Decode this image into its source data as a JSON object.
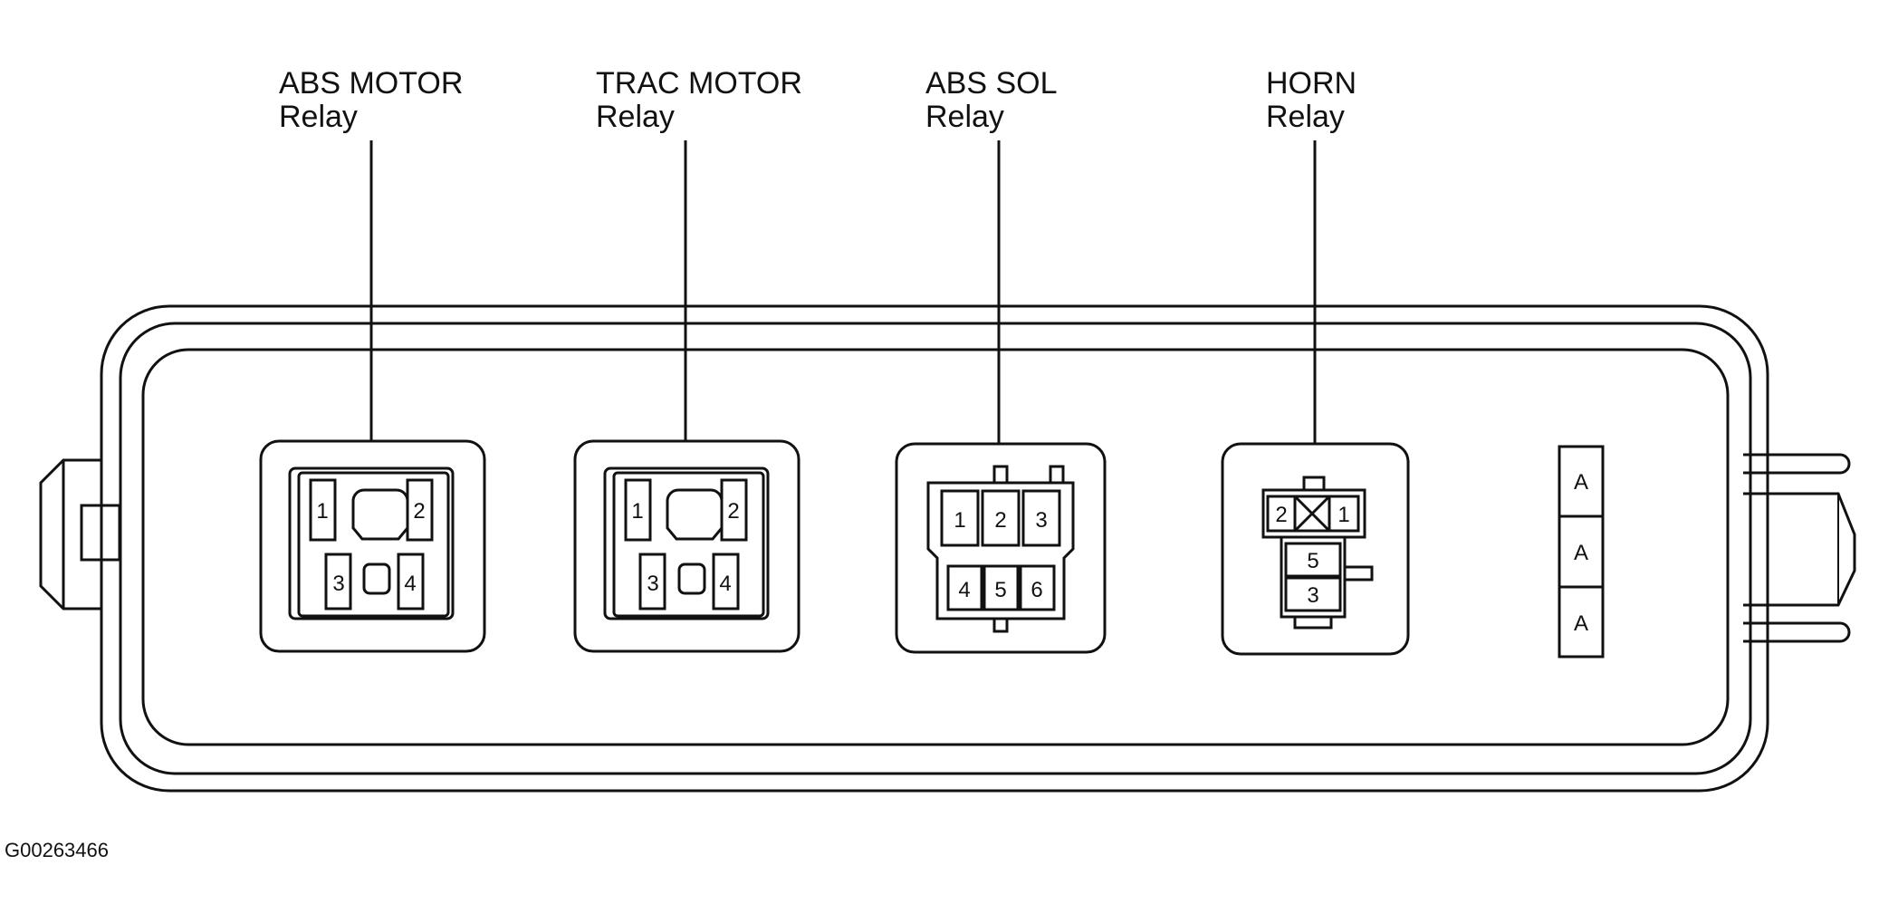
{
  "relays": [
    {
      "name": "ABS MOTOR",
      "type": "Relay",
      "pins": [
        "1",
        "2",
        "3",
        "4"
      ]
    },
    {
      "name": "TRAC MOTOR",
      "type": "Relay",
      "pins": [
        "1",
        "2",
        "3",
        "4"
      ]
    },
    {
      "name": "ABS SOL",
      "type": "Relay",
      "pins": [
        "1",
        "2",
        "3",
        "4",
        "5",
        "6"
      ]
    },
    {
      "name": "HORN",
      "type": "Relay",
      "pins": [
        "2",
        "1",
        "5",
        "3"
      ]
    }
  ],
  "fuse_slots": [
    "A",
    "A",
    "A"
  ],
  "figure_code": "G00263466"
}
